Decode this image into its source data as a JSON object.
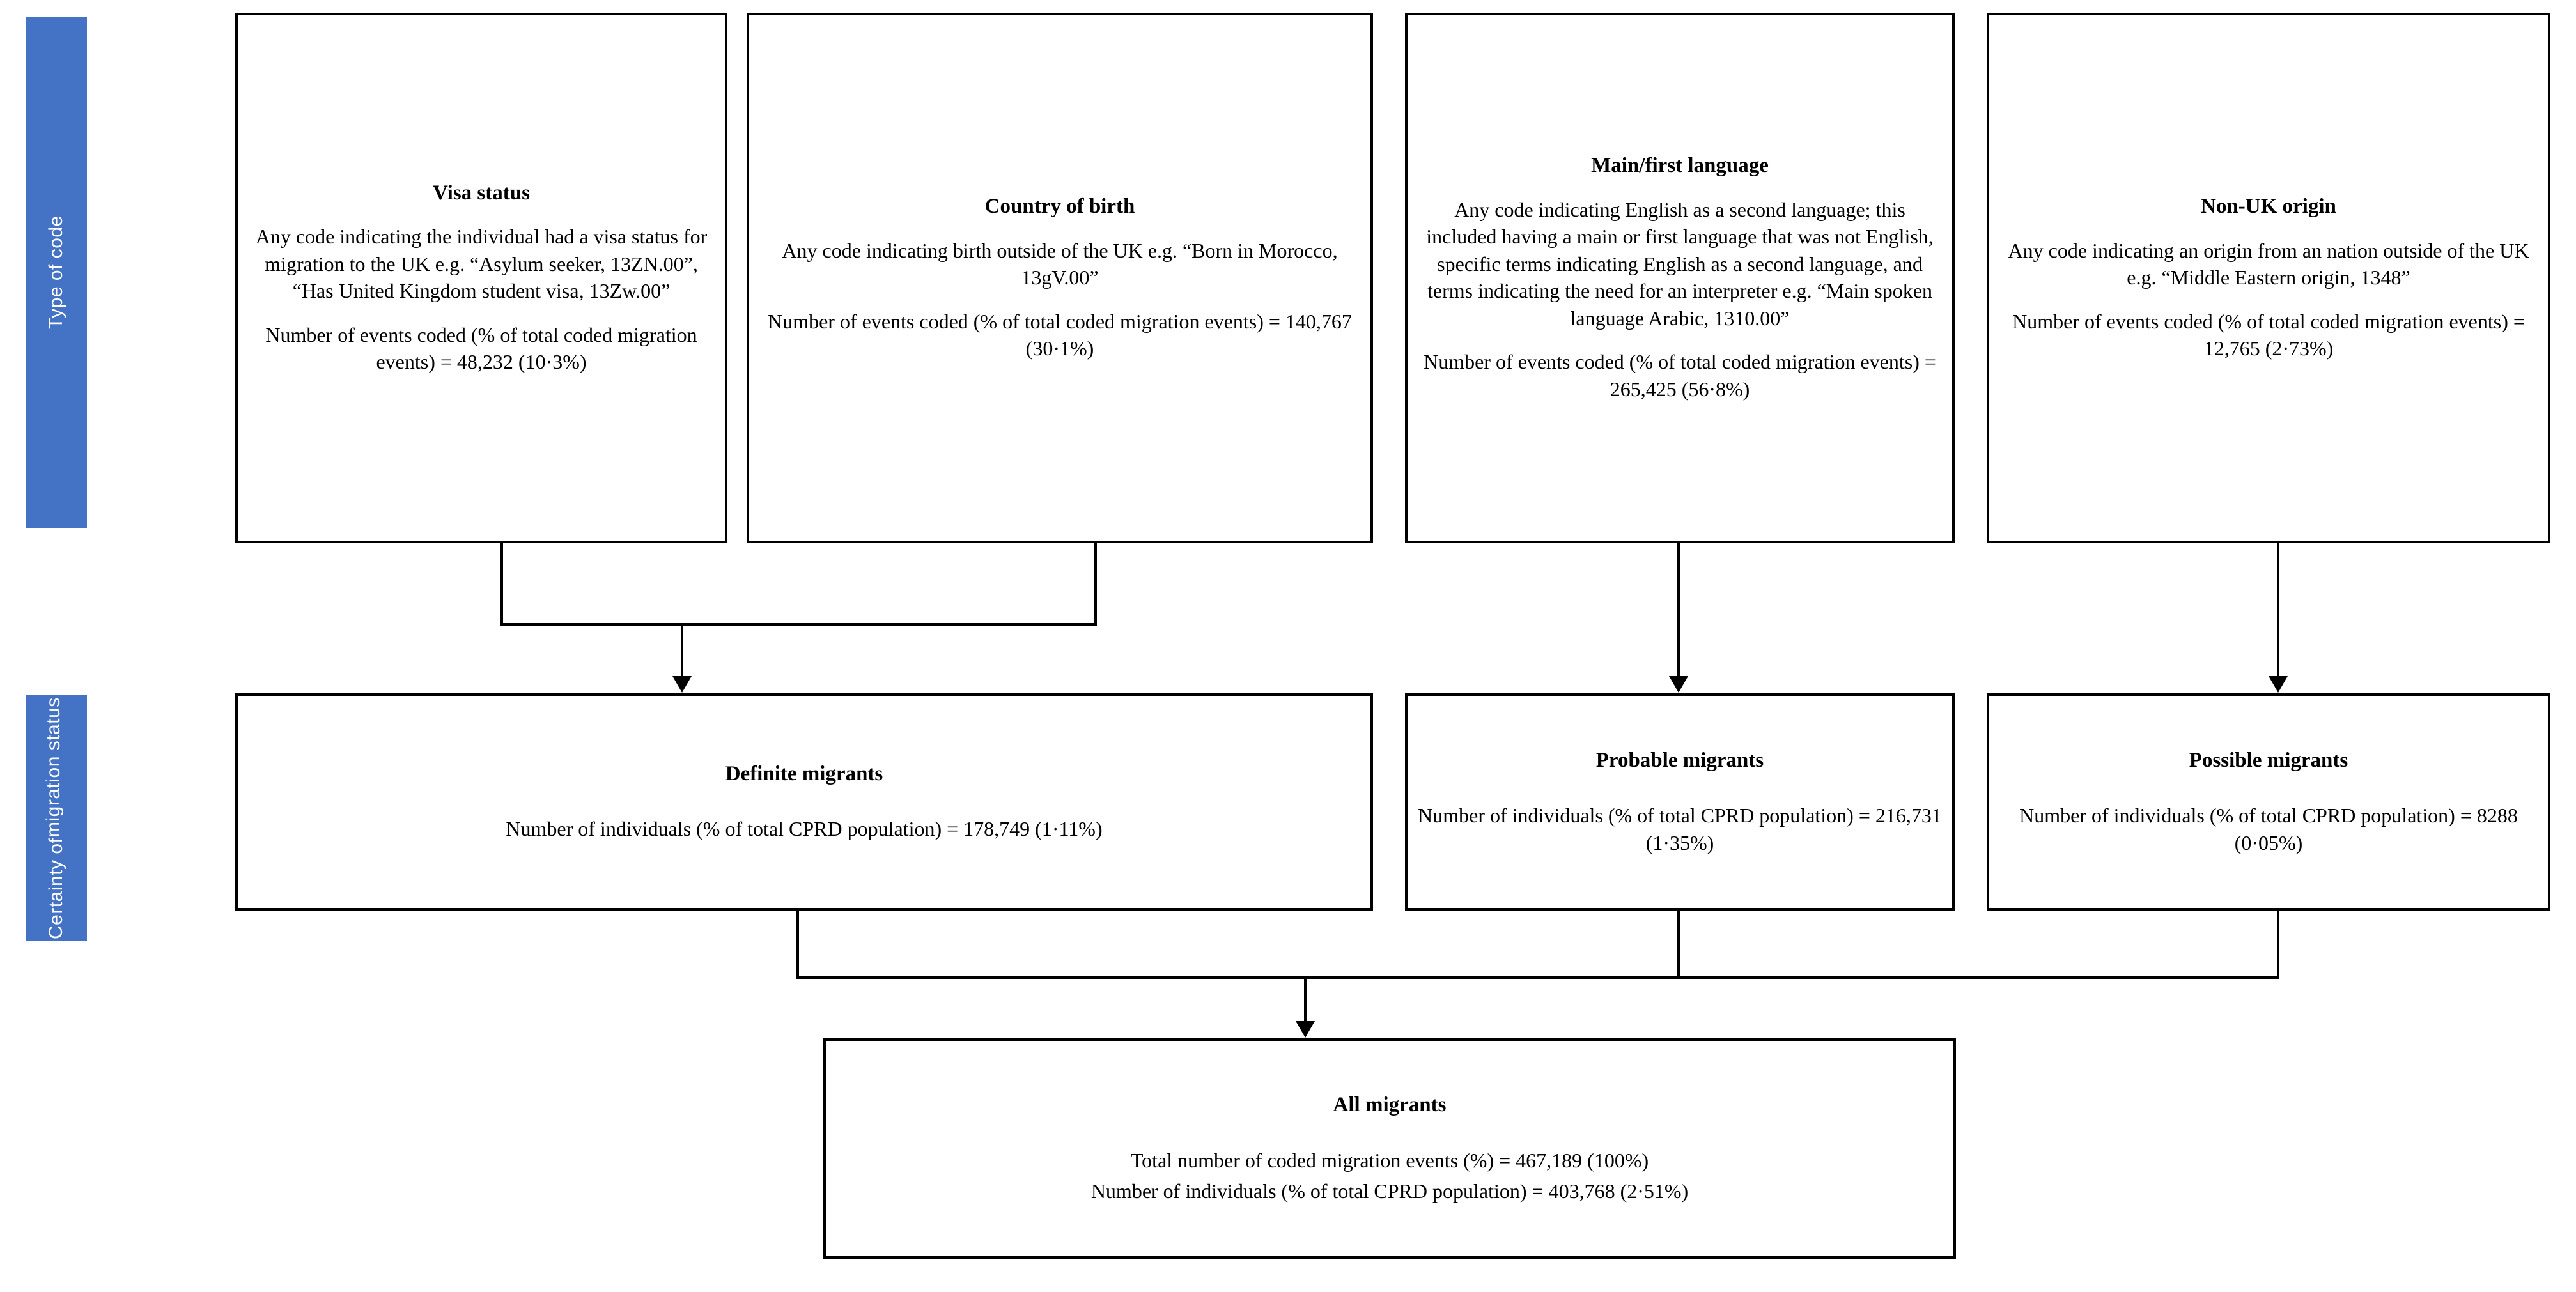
{
  "sidebar": {
    "labels": [
      {
        "id": "type-of-code",
        "lines": [
          "Type of code"
        ]
      },
      {
        "id": "certainty-of-migration-status",
        "lines": [
          "Certainty of",
          "migration status"
        ]
      }
    ],
    "color": "#4472C4"
  },
  "row1": {
    "boxes": [
      {
        "id": "visa-status",
        "title": "Visa status",
        "description": "Any code indicating the individual had a visa status for migration to the UK e.g. “Asylum seeker, 13ZN.00”, “Has United Kingdom student visa, 13Zw.00”",
        "stat": "Number of events coded (% of total coded migration events) = 48,232 (10·3%)",
        "events": "48,232",
        "percent": "10·3%"
      },
      {
        "id": "country-of-birth",
        "title": "Country of birth",
        "description": "Any code indicating birth outside of the UK e.g. “Born in Morocco, 13gV.00”",
        "stat": "Number of events coded (% of total coded migration events) = 140,767 (30·1%)",
        "events": "140,767",
        "percent": "30·1%"
      },
      {
        "id": "main-first-language",
        "title": "Main/first language",
        "description": "Any code indicating English as a second language; this included having a main or first language that was not English, specific terms indicating English as a second language, and terms indicating the need for an interpreter e.g. “Main spoken language Arabic, 1310.00”",
        "stat": "Number of events coded (% of total coded migration events) = 265,425 (56·8%)",
        "events": "265,425",
        "percent": "56·8%"
      },
      {
        "id": "non-uk-origin",
        "title": "Non-UK origin",
        "description": "Any code indicating an origin from an nation outside of the UK e.g. “Middle Eastern origin, 1348”",
        "stat": "Number of events coded (% of total coded migration events) = 12,765 (2·73%)",
        "events": "12,765",
        "percent": "2·73%"
      }
    ]
  },
  "row2": {
    "boxes": [
      {
        "id": "definite-migrants",
        "title": "Definite migrants",
        "stat": "Number of individuals (% of total CPRD population) = 178,749 (1·11%)",
        "individuals": "178,749",
        "percent": "1·11%"
      },
      {
        "id": "probable-migrants",
        "title": "Probable migrants",
        "stat": "Number of individuals (% of total CPRD population) = 216,731 (1·35%)",
        "individuals": "216,731",
        "percent": "1·35%"
      },
      {
        "id": "possible-migrants",
        "title": "Possible migrants",
        "stat": "Number of individuals (% of total CPRD population) = 8288 (0·05%)",
        "individuals": "8288",
        "percent": "0·05%"
      }
    ]
  },
  "row3": {
    "box": {
      "id": "all-migrants",
      "title": "All migrants",
      "stat_events": "Total number of coded migration events (%) = 467,189 (100%)",
      "stat_individuals": "Number of individuals (% of total CPRD population) = 403,768 (2·51%)",
      "total_events": "467,189",
      "total_events_percent": "100%",
      "total_individuals": "403,768",
      "total_individuals_percent": "2·51%"
    }
  }
}
